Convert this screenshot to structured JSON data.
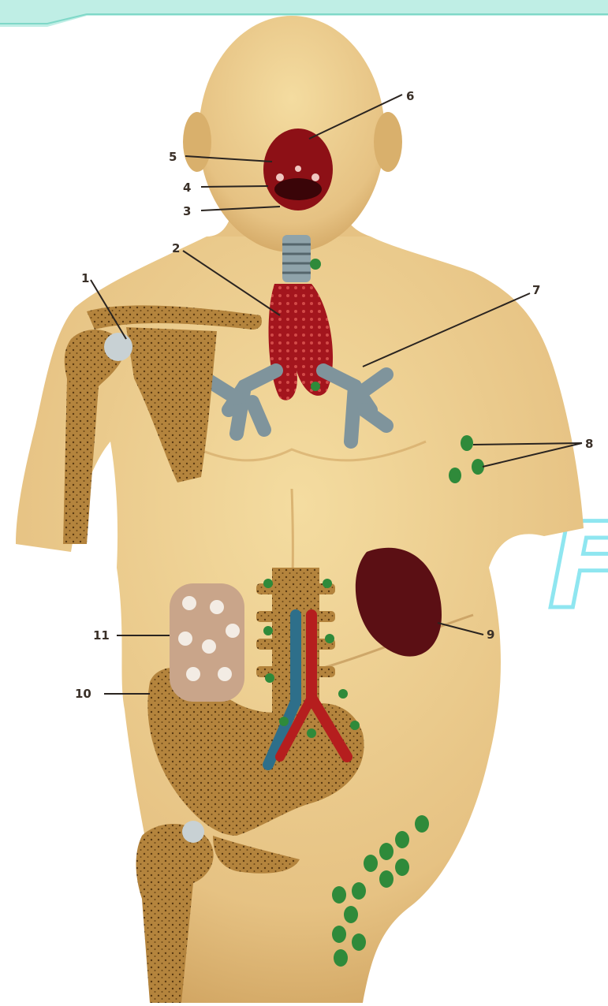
{
  "diagram": {
    "labels": [
      "1",
      "2",
      "3",
      "4",
      "5",
      "6",
      "7",
      "8",
      "9",
      "10",
      "11"
    ],
    "watermark_letter": "F"
  },
  "colors": {
    "skin": "#e9c98a",
    "skin_shadow": "#c99a55",
    "bone": "#b4843d",
    "organ_red": "#a3151d",
    "spleen": "#5b0f14",
    "lymph_green": "#2f8a3a",
    "lung_gray": "#7f949c",
    "banner_teal": "#bfeee5",
    "watermark": "#8fe6f0"
  }
}
